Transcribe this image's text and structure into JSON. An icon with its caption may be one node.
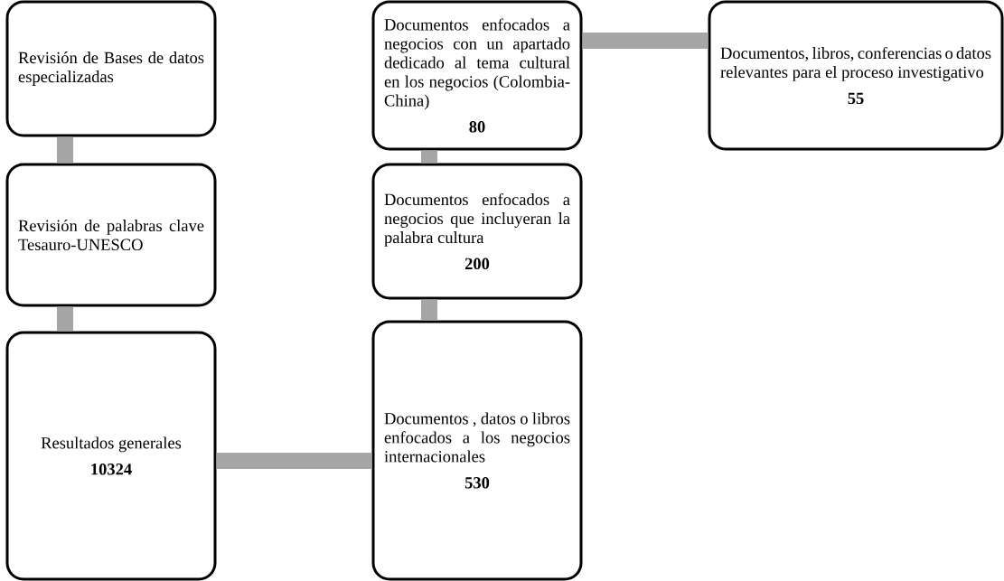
{
  "diagram": {
    "nodes": [
      {
        "text": [
          "Revisión de Bases de datos especializadas"
        ]
      },
      {
        "text": [
          "Revisión de palabras clave Tesauro-UNESCO"
        ]
      },
      {
        "text": [
          "Resultados generales",
          "10324"
        ]
      },
      {
        "text": [
          "Documentos , datos o libros enfocados a los negocios internacionales",
          "530"
        ]
      },
      {
        "text": [
          "Documentos enfocados a negocios que incluyeran la palabra cultura",
          "200"
        ]
      },
      {
        "text": [
          "Documentos enfocados a negocios con un apartado dedicado al tema cultural en los negocios (Colombia-China)",
          "80"
        ]
      },
      {
        "text": [
          "Documentos, libros, conferencias o datos relevantes para el proceso investigativo",
          "55"
        ]
      }
    ],
    "edges": [
      {
        "from": 0,
        "to": 1,
        "arrow": "none"
      },
      {
        "from": 1,
        "to": 2,
        "arrow": "none"
      },
      {
        "from": 2,
        "to": 3,
        "arrow": "none"
      },
      {
        "from": 3,
        "to": 4,
        "arrow": "none"
      },
      {
        "from": 4,
        "to": 5,
        "arrow": "none"
      },
      {
        "from": 5,
        "to": 6,
        "arrow": "none"
      }
    ]
  }
}
